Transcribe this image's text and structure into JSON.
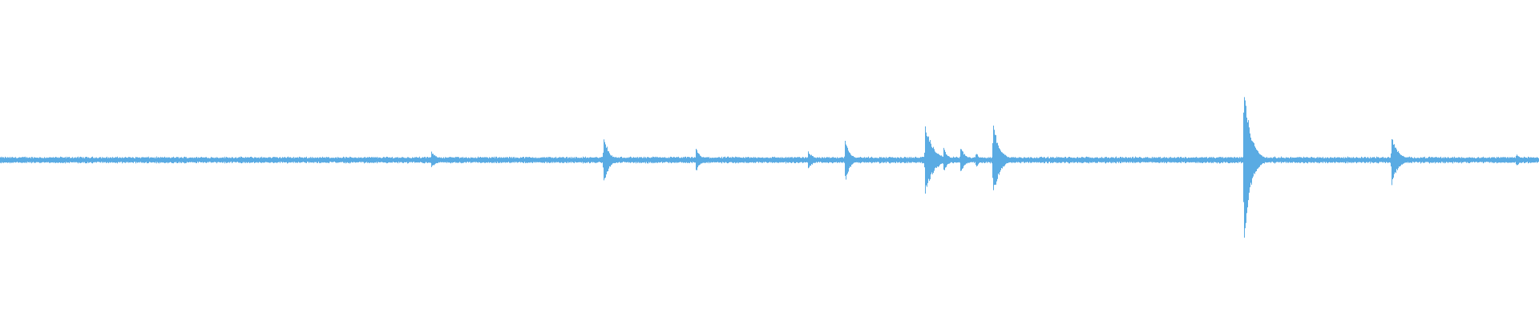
{
  "waveform": {
    "color": "#5aabe3",
    "background": "#ffffff",
    "amplitude_scale": 1.0,
    "baseline_noise": 0.04,
    "events": [
      {
        "t": 0.28,
        "amp": 0.1,
        "decay": 0.004
      },
      {
        "t": 0.392,
        "amp": 0.32,
        "decay": 0.003
      },
      {
        "t": 0.452,
        "amp": 0.14,
        "decay": 0.003
      },
      {
        "t": 0.525,
        "amp": 0.1,
        "decay": 0.004
      },
      {
        "t": 0.549,
        "amp": 0.26,
        "decay": 0.003
      },
      {
        "t": 0.601,
        "amp": 0.42,
        "decay": 0.005
      },
      {
        "t": 0.613,
        "amp": 0.14,
        "decay": 0.003
      },
      {
        "t": 0.624,
        "amp": 0.16,
        "decay": 0.003
      },
      {
        "t": 0.634,
        "amp": 0.1,
        "decay": 0.002
      },
      {
        "t": 0.645,
        "amp": 0.45,
        "decay": 0.004
      },
      {
        "t": 0.808,
        "amp": 1.0,
        "decay": 0.004
      },
      {
        "t": 0.904,
        "amp": 0.3,
        "decay": 0.004
      },
      {
        "t": 0.985,
        "amp": 0.08,
        "decay": 0.003
      }
    ]
  }
}
